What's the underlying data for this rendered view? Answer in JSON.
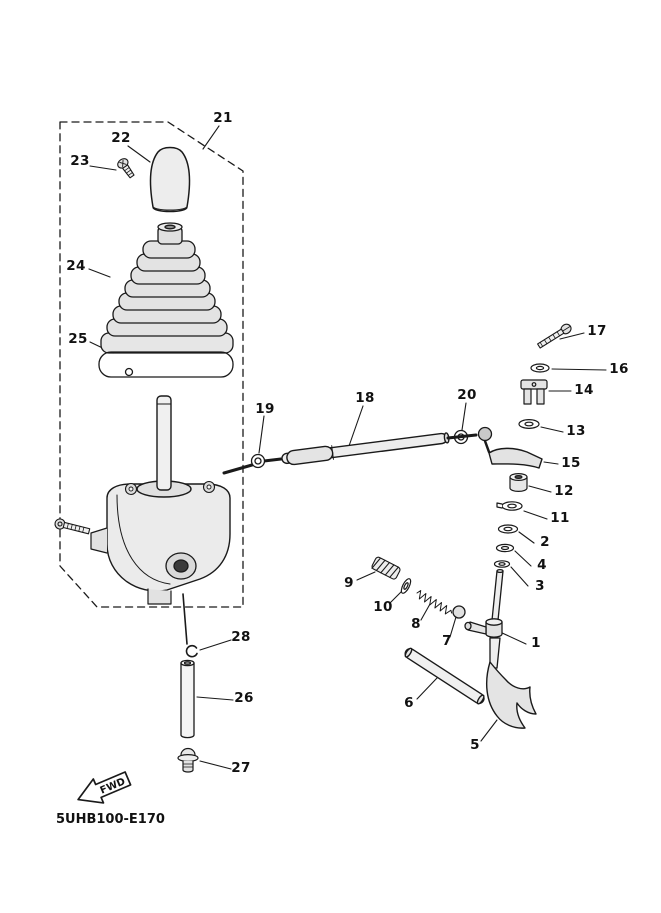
{
  "diagram": {
    "code": "5UHB100-E170",
    "direction_label": "FWD"
  },
  "callouts": [
    {
      "label": "1"
    },
    {
      "label": "2"
    },
    {
      "label": "3"
    },
    {
      "label": "4"
    },
    {
      "label": "5"
    },
    {
      "label": "6"
    },
    {
      "label": "7"
    },
    {
      "label": "8"
    },
    {
      "label": "9"
    },
    {
      "label": "10"
    },
    {
      "label": "11"
    },
    {
      "label": "12"
    },
    {
      "label": "13"
    },
    {
      "label": "14"
    },
    {
      "label": "15"
    },
    {
      "label": "16"
    },
    {
      "label": "17"
    },
    {
      "label": "18"
    },
    {
      "label": "19"
    },
    {
      "label": "20"
    },
    {
      "label": "21"
    },
    {
      "label": "22"
    },
    {
      "label": "23"
    },
    {
      "label": "24"
    },
    {
      "label": "25"
    },
    {
      "label": "26"
    },
    {
      "label": "27"
    },
    {
      "label": "28"
    }
  ]
}
